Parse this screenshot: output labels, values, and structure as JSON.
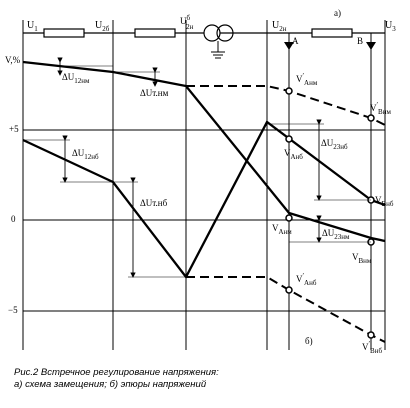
{
  "labels": {
    "sub_a": "а)",
    "sub_b": "б)",
    "axis_v": "V,%",
    "tick_p5": "+5",
    "tick_0": "0",
    "tick_m5": "−5",
    "A": "A",
    "B": "B"
  },
  "nodes": [
    {
      "id": "u1",
      "main": "U",
      "sub": "1",
      "sup": ""
    },
    {
      "id": "u2",
      "main": "U",
      "sub": "2б",
      "sup": ""
    },
    {
      "id": "u2h",
      "main": "U",
      "sub": "2н",
      "sup": "б"
    },
    {
      "id": "u2h2",
      "main": "U",
      "sub": "2н",
      "sup": ""
    },
    {
      "id": "u3",
      "main": "U",
      "sub": "3",
      "sup": ""
    }
  ],
  "annotations": [
    {
      "id": "du12nm",
      "main": "ΔU",
      "sub": "12нм"
    },
    {
      "id": "dutnm",
      "main": "ΔUт.нм",
      "sub": ""
    },
    {
      "id": "du12nb",
      "main": "ΔU",
      "sub": "12нб"
    },
    {
      "id": "dutnb",
      "main": "ΔUт.нб",
      "sub": ""
    },
    {
      "id": "du23nb",
      "main": "ΔU",
      "sub": "23нб"
    },
    {
      "id": "du23nm",
      "main": "ΔU",
      "sub": "23нм"
    },
    {
      "id": "vanm",
      "main": "V",
      "sub": "Анм",
      "sup": "′"
    },
    {
      "id": "vbnm",
      "main": "V",
      "sub": "Внм",
      "sup": "′"
    },
    {
      "id": "vanb",
      "main": "V",
      "sub": "Анб",
      "sup": ""
    },
    {
      "id": "vbnb",
      "main": "V",
      "sub": "Внб",
      "sup": ""
    },
    {
      "id": "vakm",
      "main": "V",
      "sub": "Анм",
      "sup": ""
    },
    {
      "id": "vbnm2",
      "main": "V",
      "sub": "Внм",
      "sup": ""
    },
    {
      "id": "vanb2",
      "main": "V",
      "sub": "Анб",
      "sup": "′"
    },
    {
      "id": "vbnb2",
      "main": "V",
      "sub": "Внб",
      "sup": "′"
    }
  ],
  "caption": {
    "line1": "Рис.2 Встречное регулирование напряжения:",
    "line2": "а) схема замещения; б) эпюры напряжений"
  }
}
